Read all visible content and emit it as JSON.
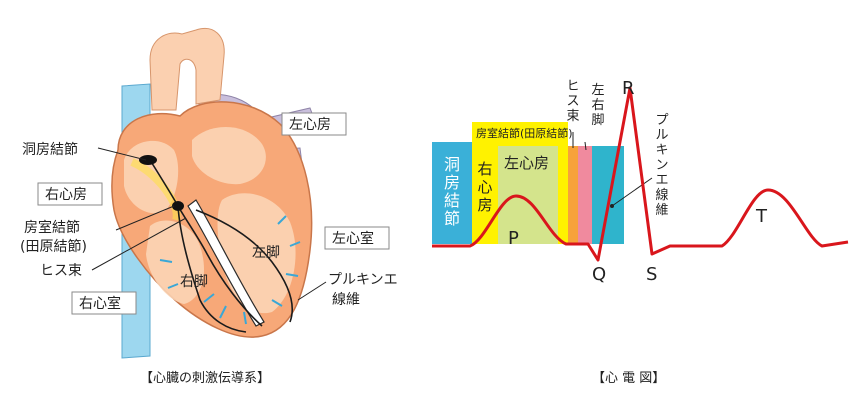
{
  "heart_diagram": {
    "caption": "【心臓の刺激伝導系】",
    "labels": {
      "sinoatrial_node": "洞房結節",
      "right_atrium": "右心房",
      "av_node_1": "房室結節",
      "av_node_2": "(田原結節)",
      "his_bundle": "ヒス束",
      "right_ventricle": "右心室",
      "left_atrium": "左心房",
      "left_ventricle": "左心室",
      "purkinje_1": "プルキンエ",
      "purkinje_2": "線維",
      "left_bundle": "左脚",
      "right_bundle": "右脚"
    }
  },
  "ecg_diagram": {
    "caption": "【心 電 図】",
    "blocks": {
      "sinoatrial": "洞房結節",
      "right_atrium": "右心房",
      "left_atrium": "左心房",
      "av_node": "房室結節(田原結節)",
      "his_bundle": "ヒス束",
      "bundle_branches": "左右脚",
      "purkinje": "プルキンエ線維"
    },
    "waves": {
      "P": "P",
      "Q": "Q",
      "R": "R",
      "S": "S",
      "T": "T"
    }
  },
  "colors": {
    "ecg_line": "#d9161c",
    "sinoatrial_block": "#3ab0d8",
    "yellow_block": "#fff200",
    "green_block": "#d4e48c",
    "orange_block": "#f7a23a",
    "pink_block": "#f08a9e",
    "teal_block": "#2fb4cc",
    "myocardium": "#f7a878",
    "aorta": "#fbd0b0",
    "vein": "#9dd7ef",
    "pulmonary": "#c9bfdc"
  }
}
